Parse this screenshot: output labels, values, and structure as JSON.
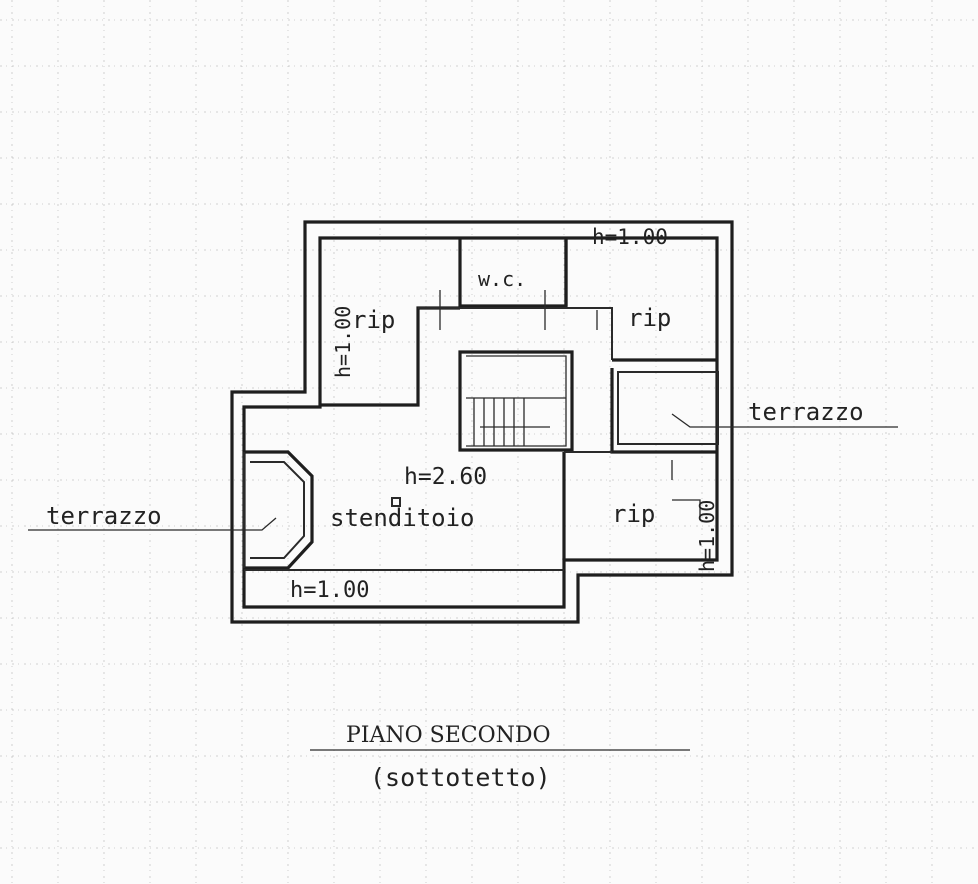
{
  "plan": {
    "labels": {
      "rip_top_left": "rip",
      "h_top_left": "h=1.00",
      "wc": "w.c.",
      "h_top_right": "h=1.00",
      "rip_top_right": "rip",
      "terrazzo_right": "terrazzo",
      "h_center": "h=2.60",
      "stenditoio": "stenditoio",
      "terrazzo_left": "terrazzo",
      "rip_right": "rip",
      "h_right": "h=1.00",
      "h_bottom": "h=1.00"
    }
  },
  "caption": {
    "title": "PIANO SECONDO",
    "subtitle": "(sottotetto)"
  }
}
